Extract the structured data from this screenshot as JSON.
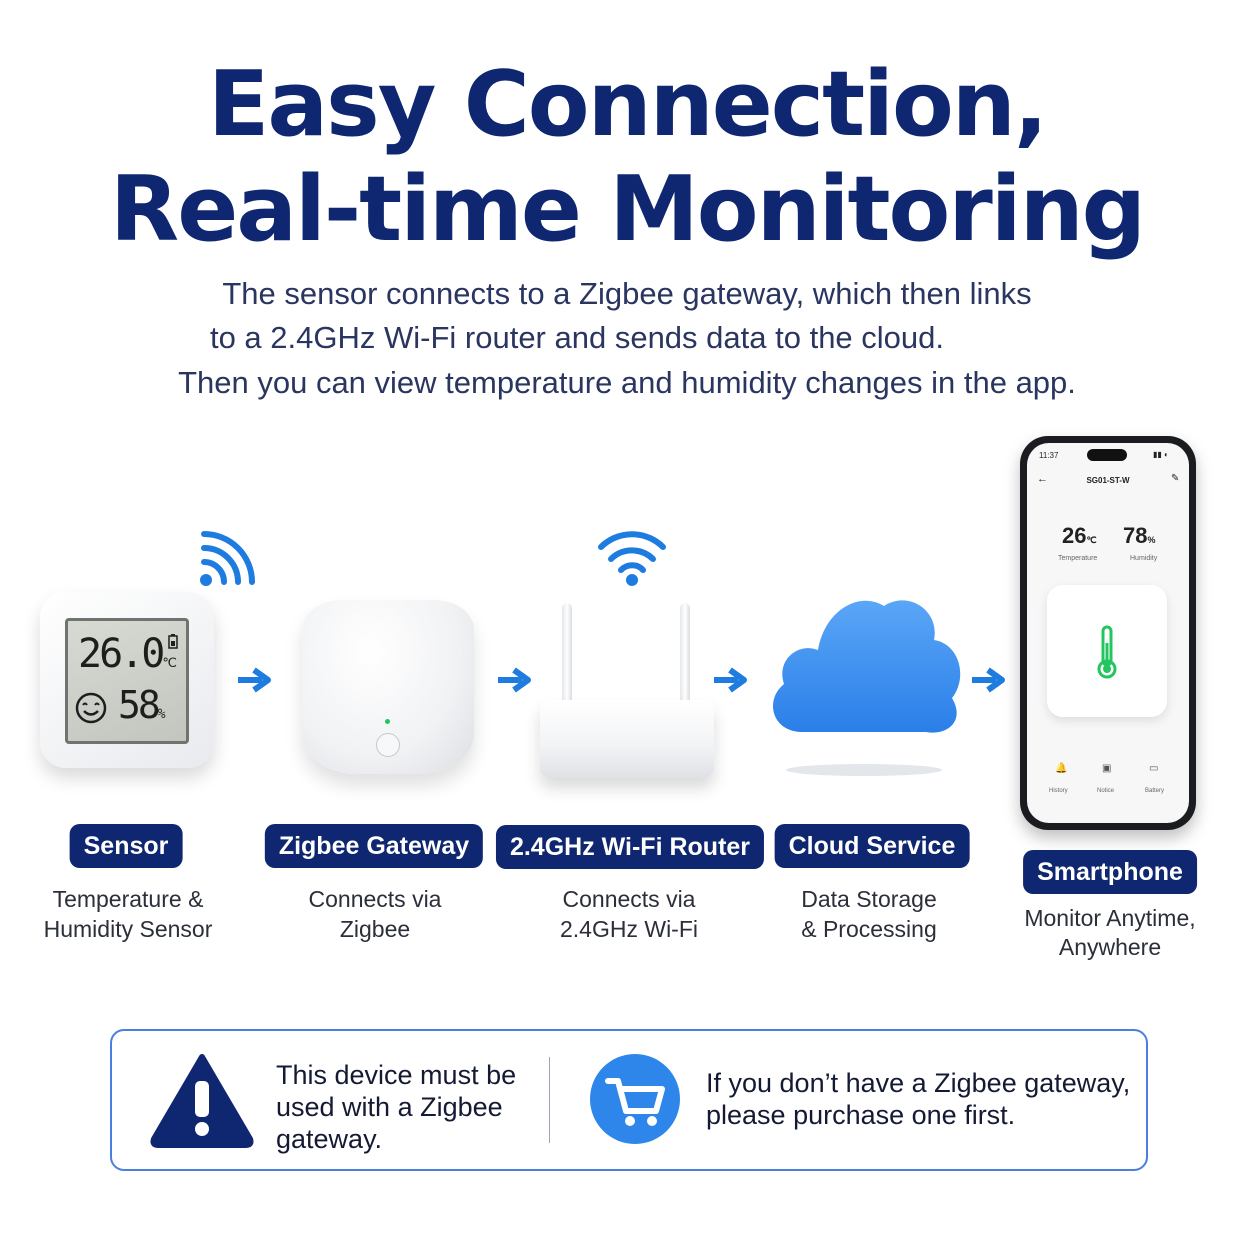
{
  "header": {
    "title_line1": "Easy Connection,",
    "title_line2": "Real-time Monitoring",
    "subtitle_line1": "The sensor connects to a Zigbee gateway, which then links",
    "subtitle_line2": "to a 2.4GHz Wi-Fi router and sends data to the cloud.",
    "subtitle_line3": "Then you can view temperature and humidity changes in the app."
  },
  "colors": {
    "brand_navy": "#0f2670",
    "accent_blue": "#1e7be0",
    "cloud_blue": "#3b8df0"
  },
  "sensor_display": {
    "temperature": "26.0",
    "temp_unit": "℃",
    "humidity": "58",
    "hum_unit": "%"
  },
  "steps": [
    {
      "label": "Sensor",
      "desc_line1": "Temperature &",
      "desc_line2": "Humidity Sensor"
    },
    {
      "label": "Zigbee Gateway",
      "desc_line1": "Connects via",
      "desc_line2": "Zigbee"
    },
    {
      "label": "2.4GHz Wi-Fi Router",
      "desc_line1": "Connects via",
      "desc_line2": "2.4GHz Wi-Fi"
    },
    {
      "label": "Cloud Service",
      "desc_line1": "Data Storage",
      "desc_line2": "& Processing"
    },
    {
      "label": "Smartphone",
      "desc_line1": "Monitor Anytime,",
      "desc_line2": "Anywhere"
    }
  ],
  "phone": {
    "time": "11:37",
    "device_name": "SG01-ST-W",
    "temperature": "26",
    "temp_unit": "℃",
    "temp_label": "Temperature",
    "humidity": "78",
    "hum_unit": "%",
    "hum_label": "Humidity",
    "tabs": [
      "History",
      "Notice",
      "Battery"
    ]
  },
  "notice": {
    "left_line1": "This device must be",
    "left_line2": "used with a Zigbee",
    "left_line3": "gateway.",
    "right_line1": "If you don’t have a Zigbee gateway,",
    "right_line2": "please purchase one first."
  }
}
